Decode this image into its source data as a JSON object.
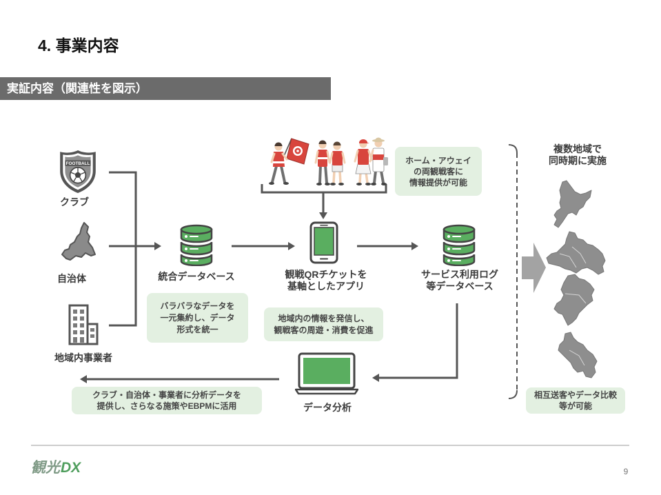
{
  "title": "4. 事業内容",
  "banner": "実証内容（関連性を図示）",
  "colors": {
    "accent_green": "#5aae60",
    "note_bg": "#e3f0e1",
    "banner_bg": "#6b6b6b",
    "arrow": "#555555",
    "map_gray": "#8e8e8e",
    "region_arrow": "#a3a3a3",
    "logo_green": "#4f9e5d"
  },
  "sources": {
    "club": {
      "label": "クラブ",
      "icon": "football-badge-icon",
      "badge_text": "FOOTBALL"
    },
    "municipality": {
      "label": "自治体",
      "icon": "prefecture-map-icon"
    },
    "business": {
      "label": "地域内事業者",
      "icon": "office-building-icon"
    }
  },
  "integrated_db": {
    "label": "統合データベース",
    "icon": "database-icon",
    "note": [
      "バラバラなデータを",
      "一元集約し、データ",
      "形式を統一"
    ]
  },
  "supporters": {
    "icon": "supporters-illustration"
  },
  "home_away_note": [
    "ホーム・アウェイ",
    "の両観戦客に",
    "情報提供が可能"
  ],
  "app": {
    "label": [
      "観戦QRチケットを",
      "基軸としたアプリ"
    ],
    "icon": "smartphone-icon",
    "note": [
      "地域内の情報を発信し、",
      "観戦客の周遊・消費を促進"
    ]
  },
  "usage_db": {
    "label": [
      "サービス利用ログ",
      "等データベース"
    ],
    "icon": "database-icon"
  },
  "analysis": {
    "label": "データ分析",
    "icon": "laptop-icon",
    "note": [
      "クラブ・自治体・事業者に分析データを",
      "提供し、さらなる施策やEBPMに活用"
    ]
  },
  "multi_region": {
    "heading": [
      "複数地域で",
      "同時期に実施"
    ],
    "icon": "japan-regions-map-icon",
    "note": [
      "相互送客やデータ比較",
      "等が可能"
    ]
  },
  "footer": {
    "logo_main": "観光",
    "logo_accent": "DX",
    "page_number": "9"
  }
}
